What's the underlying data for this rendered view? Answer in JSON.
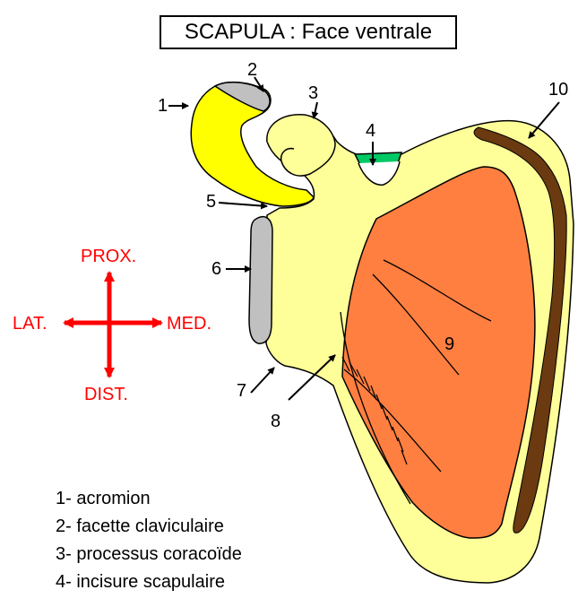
{
  "title": "SCAPULA : Face ventrale",
  "orientation": {
    "prox": "PROX.",
    "dist": "DIST.",
    "lat": "LAT.",
    "med": "MED.",
    "color": "#ff0000"
  },
  "numbers": {
    "n1": "1",
    "n2": "2",
    "n3": "3",
    "n4": "4",
    "n5": "5",
    "n6": "6",
    "n7": "7",
    "n8": "8",
    "n9": "9",
    "n10": "10"
  },
  "legend": [
    "1- acromion",
    "2- facette claviculaire",
    "3- processus coracoïde",
    "4- incisure scapulaire"
  ],
  "colors": {
    "bone": "#ffff99",
    "acromion": "#ffff00",
    "cartilage": "#c0c0c0",
    "muscle": "#ff7f40",
    "ligament": "#00c864",
    "border": "#6b3a10"
  }
}
